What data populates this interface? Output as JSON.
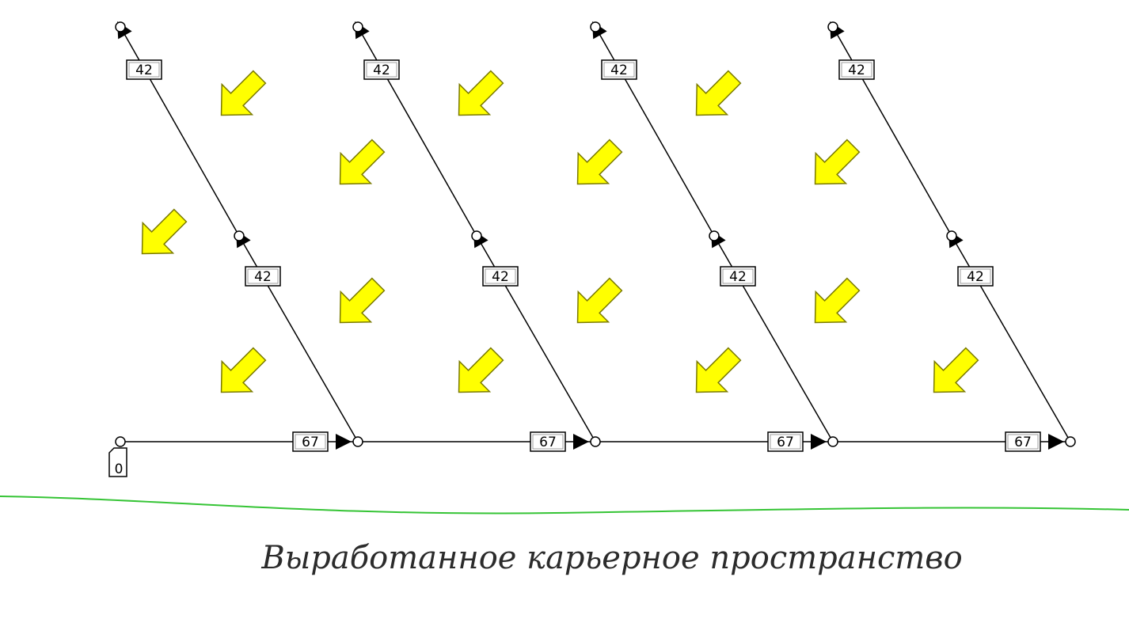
{
  "diagram": {
    "node_label": "0",
    "slant_edge_label": "42",
    "bottom_edge_label": "67",
    "column_count": 4
  },
  "caption": "Выработанное карьерное пространство",
  "colors": {
    "arrow_fill": "#ffff00",
    "arrow_stroke": "#7a7a00",
    "boundary_line": "#35c435",
    "edge_line": "#000000",
    "label_border": "#000000"
  },
  "icons": {
    "node": "circle-node-icon",
    "direction": "yellow-arrow-icon",
    "flow": "black-triangle-arrow-icon"
  }
}
